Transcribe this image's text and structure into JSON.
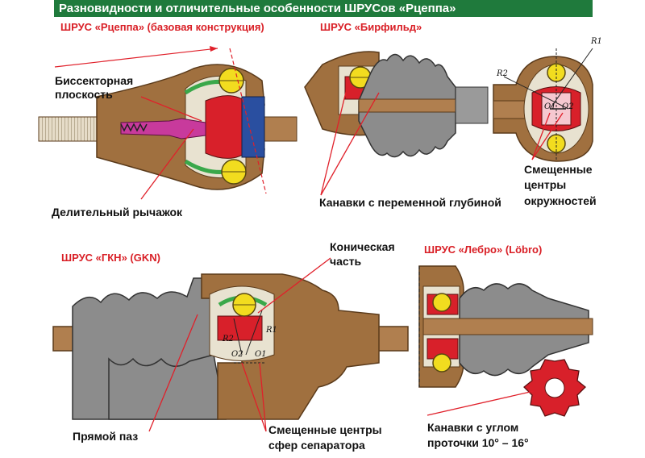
{
  "header": {
    "title": "Разновидности и отличительные особенности ШРУСов «Рцеппа»"
  },
  "panels": {
    "rzeppa": {
      "title": "ШРУС «Рцеппа» (базовая конструкция)",
      "label_bisector_1": "Биссекторная",
      "label_bisector_2": "плоскость",
      "label_lever": "Делительный рычажок"
    },
    "birfield": {
      "title": "ШРУС «Бирфильд»",
      "label_grooves": "Канавки с переменной глубиной",
      "label_offset_1": "Смещенные",
      "label_offset_2": "центры",
      "label_offset_3": "окружностей",
      "sym_r1": "R1",
      "sym_r2": "R2",
      "sym_o1": "O1",
      "sym_o2": "O2"
    },
    "gkn": {
      "title": "ШРУС «ГКН» (GKN)",
      "label_conical_1": "Коническая",
      "label_conical_2": "часть",
      "label_straight": "Прямой паз",
      "label_cage_1": "Смещенные центры",
      "label_cage_2": "сфер сепаратора",
      "sym_r1": "R1",
      "sym_r2": "R2",
      "sym_o1": "O1",
      "sym_o2": "O2"
    },
    "lobro": {
      "title": "ШРУС «Лебро» (Löbro)",
      "label_angle_1": "Канавки с углом",
      "label_angle_2": "проточки 10° – 16°"
    }
  },
  "colors": {
    "banner": "#1f7a3c",
    "title_red": "#d91f26",
    "body_brown": "#a0703f",
    "shaft": "#b07f4f",
    "boot_grey": "#8c8c8c",
    "ball_yellow": "#f2dc1f",
    "cage_green": "#3aa84a",
    "race_red": "#d8202a",
    "pointer_red": "#e0202a"
  }
}
